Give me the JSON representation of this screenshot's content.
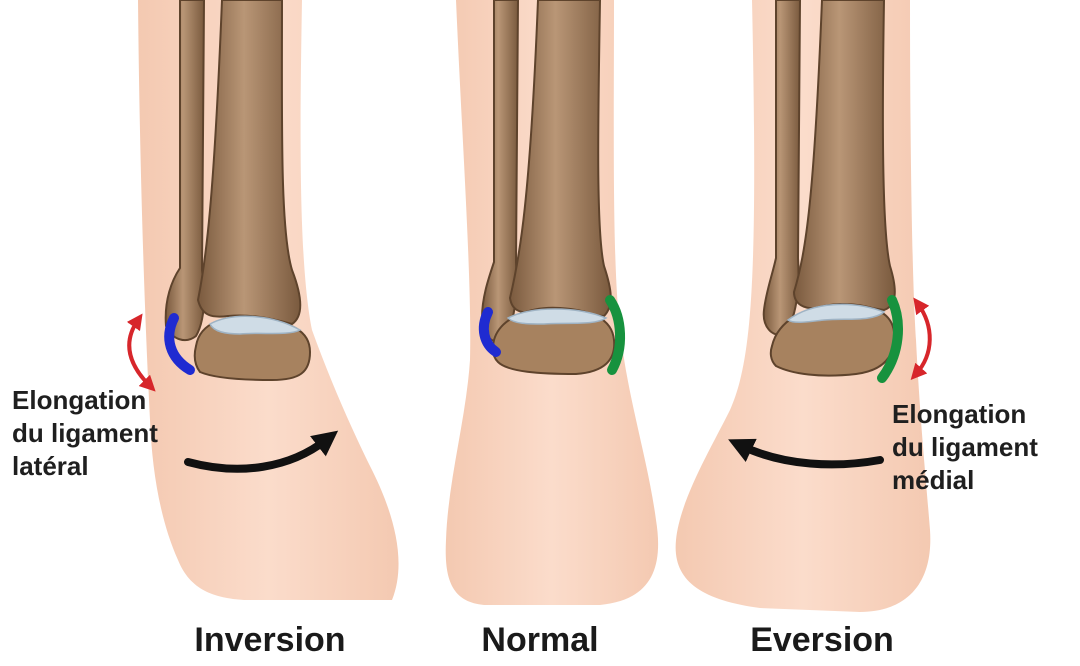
{
  "panels": [
    {
      "label": "Inversion"
    },
    {
      "label": "Normal"
    },
    {
      "label": "Eversion"
    }
  ],
  "annotations": {
    "lateral": [
      "Elongation",
      "du ligament",
      "latéral"
    ],
    "medial": [
      "Elongation",
      "du ligament",
      "médial"
    ]
  },
  "colors": {
    "skin": "#f9d7c4",
    "bone": "#a88565",
    "bone_dark": "#6f5036",
    "cartilage": "#cfdce6",
    "lateral_ligament": "#1f2bd1",
    "medial_ligament": "#17923e",
    "stretch_arrow": "#d7262b",
    "rotation_arrow": "#111111"
  },
  "icons": {
    "stretch": "double-headed-curved-arrow",
    "rotation": "curved-arrow"
  }
}
